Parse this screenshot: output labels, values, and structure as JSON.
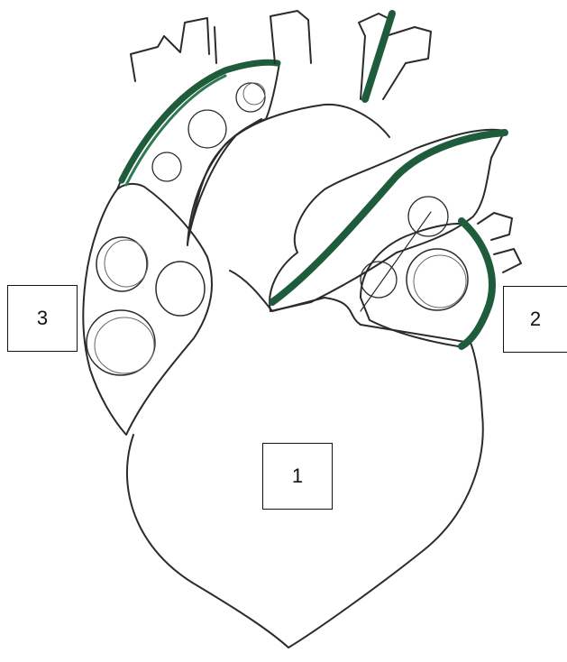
{
  "diagram": {
    "labels": [
      {
        "id": "1",
        "text": "1"
      },
      {
        "id": "2",
        "text": "2"
      },
      {
        "id": "3",
        "text": "3"
      }
    ],
    "colors": {
      "outline": "#2b2b2b",
      "vessel_highlight": "#1f5c3c",
      "background": "#ffffff"
    }
  }
}
